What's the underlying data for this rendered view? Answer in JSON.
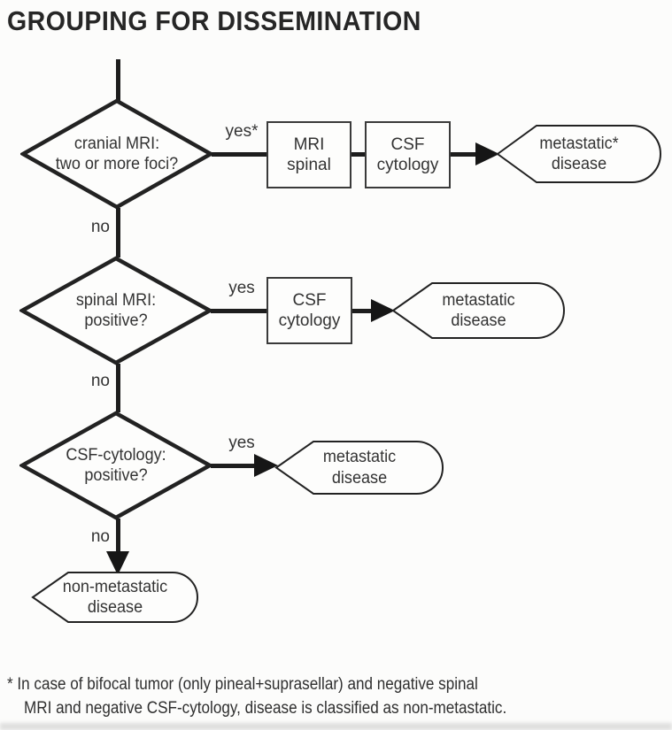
{
  "title": "GROUPING FOR DISSEMINATION",
  "flowchart": {
    "decisions": [
      {
        "line1": "cranial MRI:",
        "line2": "two or more foci?",
        "yes_label": "yes*",
        "no_label": "no"
      },
      {
        "line1": "spinal MRI:",
        "line2": "positive?",
        "yes_label": "yes",
        "no_label": "no"
      },
      {
        "line1": "CSF-cytology:",
        "line2": "positive?",
        "yes_label": "yes",
        "no_label": "no"
      }
    ],
    "process_boxes": [
      {
        "line1": "MRI",
        "line2": "spinal"
      },
      {
        "line1": "CSF",
        "line2": "cytology"
      },
      {
        "line1": "CSF",
        "line2": "cytology"
      }
    ],
    "terminals": [
      {
        "line1": "metastatic*",
        "line2": "disease"
      },
      {
        "line1": "metastatic",
        "line2": "disease"
      },
      {
        "line1": "metastatic",
        "line2": "disease"
      },
      {
        "line1": "non-metastatic",
        "line2": "disease"
      }
    ]
  },
  "footnote": {
    "line1": "* In case of bifocal tumor (only pineal+suprasellar) and negative spinal",
    "line2": "MRI and negative CSF-cytology, disease is classified as non-metastatic."
  },
  "colors": {
    "ink": "#1d1d1d",
    "text": "#333333",
    "background": "#fcfcfb"
  }
}
